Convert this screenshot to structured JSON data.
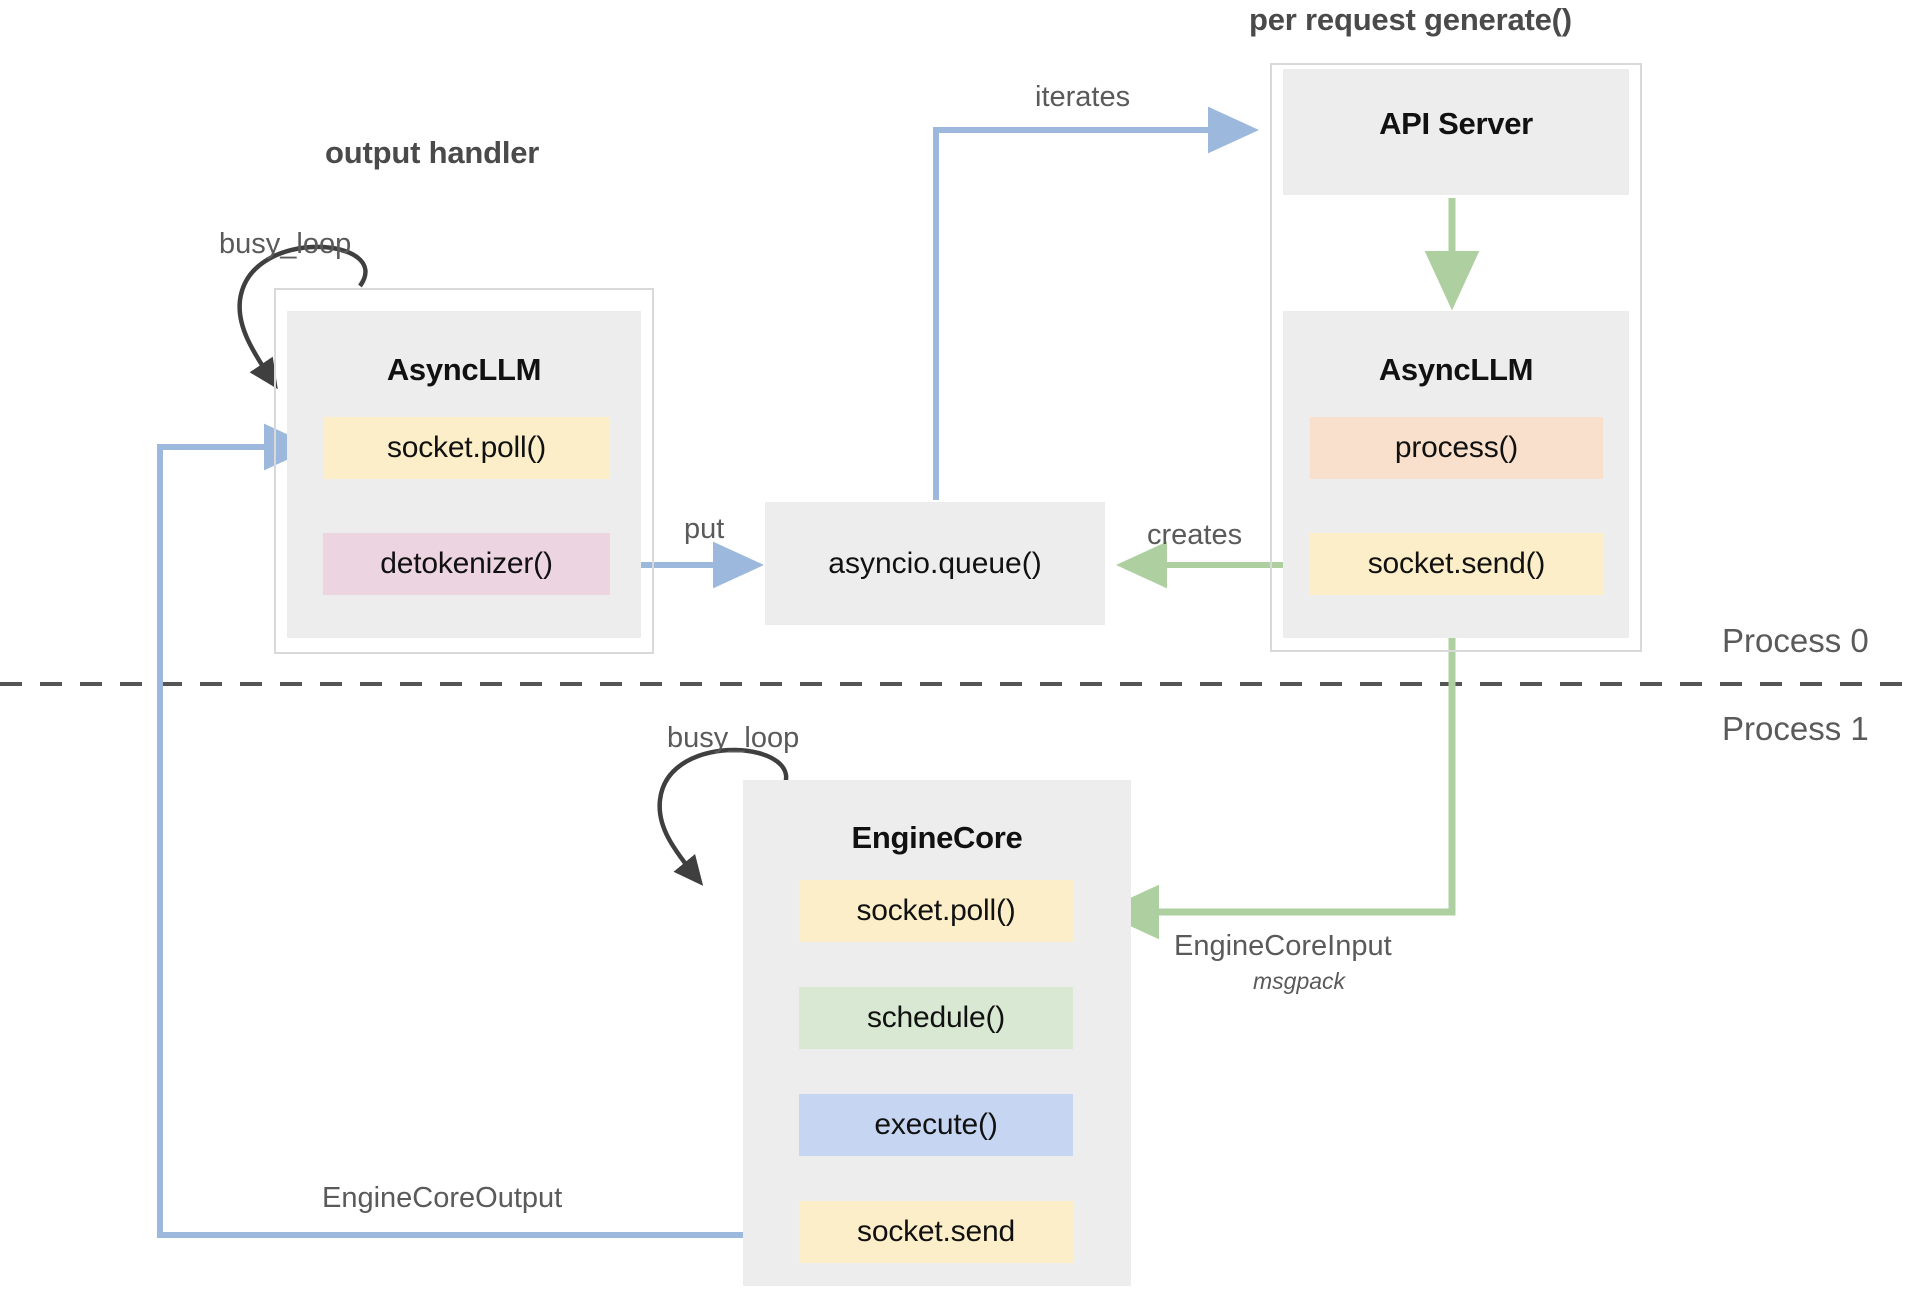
{
  "diagram": {
    "title_output_handler": "output handler",
    "title_per_request": "per request generate()",
    "process_labels": {
      "top": "Process 0",
      "bottom": "Process 1"
    },
    "colors": {
      "box_grey": "#ededed",
      "frame_grey": "#d9d9d9",
      "chip_yellow": "#fbeec8",
      "chip_pink": "#ecd4e0",
      "chip_peach": "#f9e0cc",
      "chip_green": "#d9e8d2",
      "chip_blue": "#c6d6f2",
      "arrow_blue": "#9cb8dd",
      "arrow_green": "#aed0a0",
      "arrow_dark": "#3f3f3f",
      "text_dark": "#111111",
      "text_grey": "#5a5a5a"
    },
    "components": {
      "output_handler_asyncllm": {
        "title": "AsyncLLM",
        "chips": [
          {
            "label": "socket.poll()",
            "color": "yellow"
          },
          {
            "label": "detokenizer()",
            "color": "pink"
          }
        ]
      },
      "api_server": {
        "title": "API Server"
      },
      "request_asyncllm": {
        "title": "AsyncLLM",
        "chips": [
          {
            "label": "process()",
            "color": "peach"
          },
          {
            "label": "socket.send()",
            "color": "yellow"
          }
        ]
      },
      "asyncio_queue": {
        "label": "asyncio.queue()"
      },
      "engine_core": {
        "title": "EngineCore",
        "chips": [
          {
            "label": "socket.poll()",
            "color": "yellow"
          },
          {
            "label": "schedule()",
            "color": "green"
          },
          {
            "label": "execute()",
            "color": "blue"
          },
          {
            "label": "socket.send",
            "color": "yellow"
          }
        ]
      }
    },
    "edges": [
      {
        "id": "busy-loop-top",
        "label": "busy_loop",
        "style": "dark-curve"
      },
      {
        "id": "busy-loop-bottom",
        "label": "busy_loop",
        "style": "dark-curve"
      },
      {
        "id": "iterates",
        "label": "iterates",
        "style": "blue"
      },
      {
        "id": "put",
        "label": "put",
        "style": "blue"
      },
      {
        "id": "creates",
        "label": "creates",
        "style": "green"
      },
      {
        "id": "engine-core-input",
        "label": "EngineCoreInput",
        "sublabel": "msgpack",
        "style": "green"
      },
      {
        "id": "engine-core-output",
        "label": "EngineCoreOutput",
        "style": "blue"
      }
    ]
  }
}
